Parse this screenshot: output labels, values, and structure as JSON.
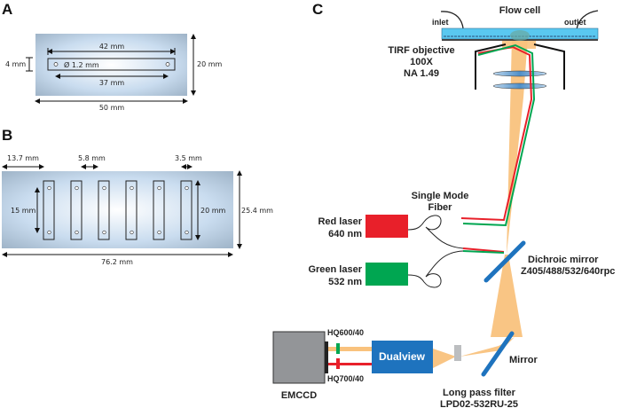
{
  "panels": {
    "a": {
      "label": "A",
      "dims": {
        "channel_length": "42 mm",
        "hole_diameter": "Ø 1.2 mm",
        "hole_spacing": "37 mm",
        "channel_width": "4 mm",
        "slide_height": "20 mm",
        "slide_width": "50 mm"
      }
    },
    "b": {
      "label": "B",
      "channel_count": 6,
      "dims": {
        "edge_offset": "13.7 mm",
        "channel_gap": "5.8 mm",
        "channel_width": "3.5 mm",
        "hole_spacing": "15 mm",
        "channel_length": "20 mm",
        "slide_height": "25.4 mm",
        "slide_width": "76.2 mm"
      }
    },
    "c": {
      "label": "C",
      "flow_cell": {
        "title": "Flow cell",
        "inlet": "inlet",
        "outlet": "outlet"
      },
      "objective": {
        "line1": "TIRF objective",
        "line2": "100X",
        "line3": "NA 1.49"
      },
      "fiber": {
        "line1": "Single Mode",
        "line2": "Fiber"
      },
      "red_laser": {
        "line1": "Red laser",
        "line2": "640 nm",
        "color": "#e8202a"
      },
      "green_laser": {
        "line1": "Green laser",
        "line2": "532 nm",
        "color": "#00a651"
      },
      "dichroic": {
        "line1": "Dichroic mirror",
        "line2": "Z405/488/532/640rpc"
      },
      "mirror": {
        "label": "Mirror"
      },
      "filter": {
        "line1": "Long pass filter",
        "line2": "LPD02-532RU-25"
      },
      "dualview": {
        "label": "Dualview",
        "color": "#1e73be"
      },
      "emccd": {
        "label": "EMCCD"
      },
      "filters": {
        "top": "HQ600/40",
        "bottom": "HQ700/40"
      },
      "colors": {
        "beam": "#f9c27d",
        "mirror": "#1e73be",
        "flow_cell": "#5ac8f0"
      }
    }
  }
}
